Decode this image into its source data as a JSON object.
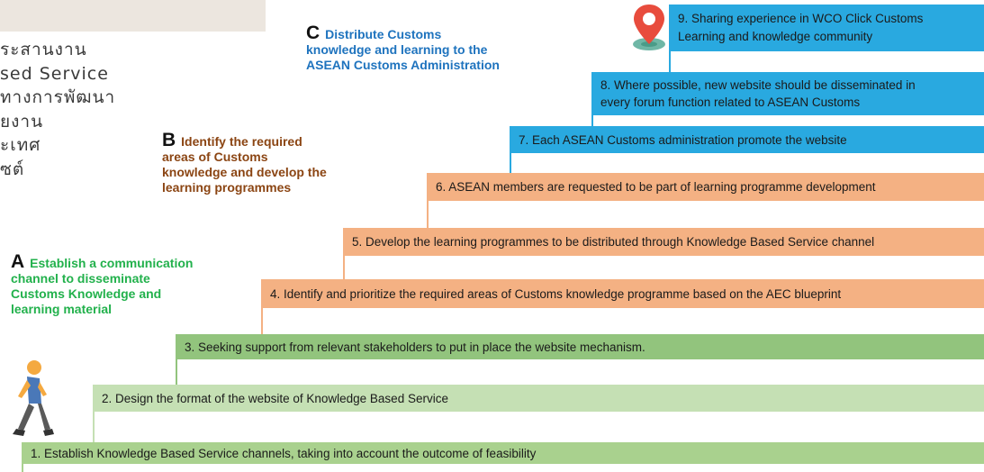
{
  "thai_text": {
    "lines": [
      "ระสานงาน",
      "sed Service",
      "ทางการพัฒนา",
      "ยงาน",
      "ะเทศ",
      "ซต์"
    ]
  },
  "phases": {
    "a": {
      "letter": "A",
      "text_first": "Establish a communication",
      "text_rest": [
        "channel to disseminate",
        "Customs Knowledge and",
        "learning material"
      ],
      "color": "#22b14c"
    },
    "b": {
      "letter": "B",
      "text_first": "Identify the required",
      "text_rest": [
        "areas of Customs",
        "knowledge and develop the",
        "learning programmes"
      ],
      "color": "#8b4513"
    },
    "c": {
      "letter": "C",
      "text_first": "Distribute Customs",
      "text_rest": [
        "knowledge and learning to the",
        "ASEAN Customs Administration"
      ],
      "color": "#1e73be"
    }
  },
  "steps": [
    {
      "text": "1. Establish Knowledge Based Service channels, taking into account the outcome of feasibility",
      "color": "#a9d18e"
    },
    {
      "text": "2. Design the format of the website of Knowledge Based Service",
      "color": "#c5e0b4"
    },
    {
      "text": "3. Seeking support from relevant stakeholders to put in place the website mechanism.",
      "color": "#92c47d"
    },
    {
      "text": "4. Identify and prioritize the required areas of Customs knowledge programme based on the AEC blueprint",
      "color": "#f4b183"
    },
    {
      "text": "5. Develop the learning programmes to be distributed through Knowledge Based Service channel",
      "color": "#f4b183"
    },
    {
      "text": "6. ASEAN members are requested to be part of learning programme development",
      "color": "#f4b183"
    },
    {
      "text": "7. Each ASEAN Customs administration promote the website",
      "color": "#29a9e0"
    },
    {
      "text_lines": [
        "8. Where possible, new website should be disseminated in",
        "every forum function related to ASEAN Customs"
      ],
      "color": "#29a9e0"
    },
    {
      "text_lines": [
        "9. Sharing experience in WCO Click Customs",
        "Learning and knowledge community"
      ],
      "color": "#29a9e0"
    }
  ],
  "icons": {
    "walker": "person-walking-icon",
    "pin": "location-pin-icon"
  }
}
